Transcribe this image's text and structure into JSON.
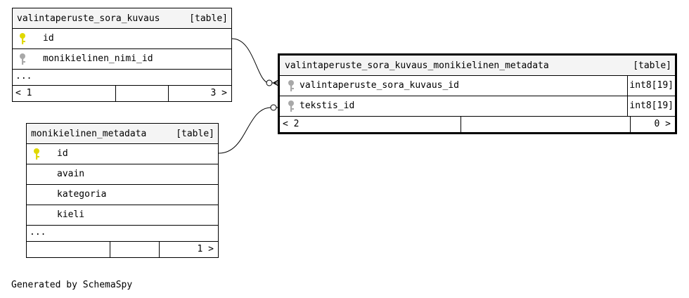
{
  "tables": {
    "sora_kuvaus": {
      "name": "valintaperuste_sora_kuvaus",
      "kind": "[table]",
      "columns": [
        {
          "name": "id",
          "key": "primary"
        },
        {
          "name": "monikielinen_nimi_id",
          "key": "foreign"
        }
      ],
      "more": "...",
      "footer": {
        "parents": "< 1",
        "children": "3 >"
      }
    },
    "monikielinen_metadata": {
      "name": "monikielinen_metadata",
      "kind": "[table]",
      "columns": [
        {
          "name": "id",
          "key": "primary"
        },
        {
          "name": "avain",
          "key": "none"
        },
        {
          "name": "kategoria",
          "key": "none"
        },
        {
          "name": "kieli",
          "key": "none"
        }
      ],
      "more": "...",
      "footer": {
        "parents": "",
        "children": "1 >"
      }
    },
    "sora_kuvaus_monikielinen_metadata": {
      "name": "valintaperuste_sora_kuvaus_monikielinen_metadata",
      "kind": "[table]",
      "columns": [
        {
          "name": "valintaperuste_sora_kuvaus_id",
          "key": "foreign",
          "type": "int8[19]"
        },
        {
          "name": "tekstis_id",
          "key": "foreign",
          "type": "int8[19]"
        }
      ],
      "footer": {
        "parents": "< 2",
        "children": "0 >"
      }
    }
  },
  "colors": {
    "primary_key": "#e0d800",
    "foreign_key": "#a8a8a8",
    "header_bg": "#f4f4f4"
  },
  "credit": "Generated by SchemaSpy"
}
